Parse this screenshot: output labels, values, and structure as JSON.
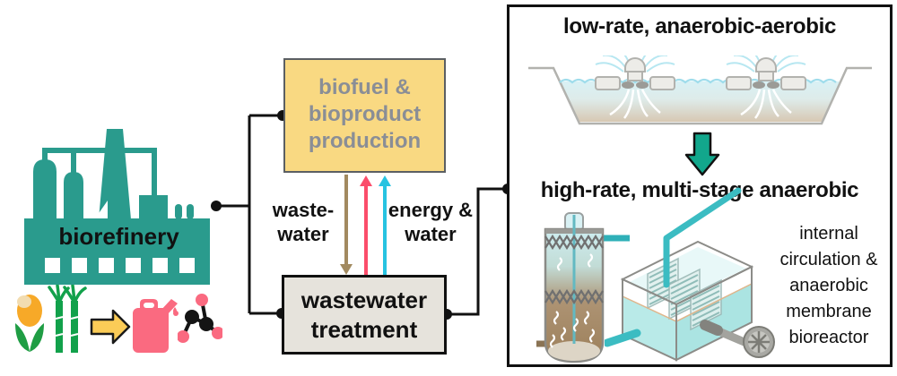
{
  "figure": {
    "biorefinery_label": "biorefinery",
    "production_box_label": "biofuel &\nbioproduct\nproduction",
    "treatment_box_label": "wastewater\ntreatment",
    "wastewater_flow_label": "waste-\nwater",
    "energy_water_flow_label": "energy &\nwater",
    "panel": {
      "low_rate_title": "low-rate, anaerobic-aerobic",
      "high_rate_title": "high-rate, multi-stage anaerobic",
      "reactor_caption": "internal\ncirculation &\nanaerobic\nmembrane\nbioreactor"
    },
    "icons": {
      "factory": "factory-icon",
      "corn": "corn-icon",
      "sugarcane": "sugarcane-icon",
      "conversion_arrow": "conversion-arrow-icon",
      "fuel_can": "fuel-can-icon",
      "molecule": "molecule-icon",
      "aerated_lagoon": "aerated-lagoon-illustration",
      "down_arrow": "down-arrow-icon",
      "ic_reactor": "ic-reactor-illustration",
      "membrane_bioreactor": "membrane-bioreactor-illustration"
    },
    "colors": {
      "factory_teal": "#2a9b8d",
      "production_box_bg": "#f9d982",
      "production_box_border": "#5b5f63",
      "production_box_text": "#8a8e96",
      "treatment_box_bg": "#e6e3dc",
      "wastewater_arrow_brown": "#a28a60",
      "energy_arrow_pink": "#fb4d6b",
      "water_arrow_cyan": "#27c3e1",
      "process_arrow_teal": "#12a78c",
      "pipe_teal": "#3bbcc2",
      "fuel_can_pink": "#fa6a80",
      "conversion_arrow_yellow": "#fbcc57",
      "corn_yellow": "#f7a928",
      "plant_green": "#1f9d44",
      "connector_black": "#111111"
    }
  }
}
